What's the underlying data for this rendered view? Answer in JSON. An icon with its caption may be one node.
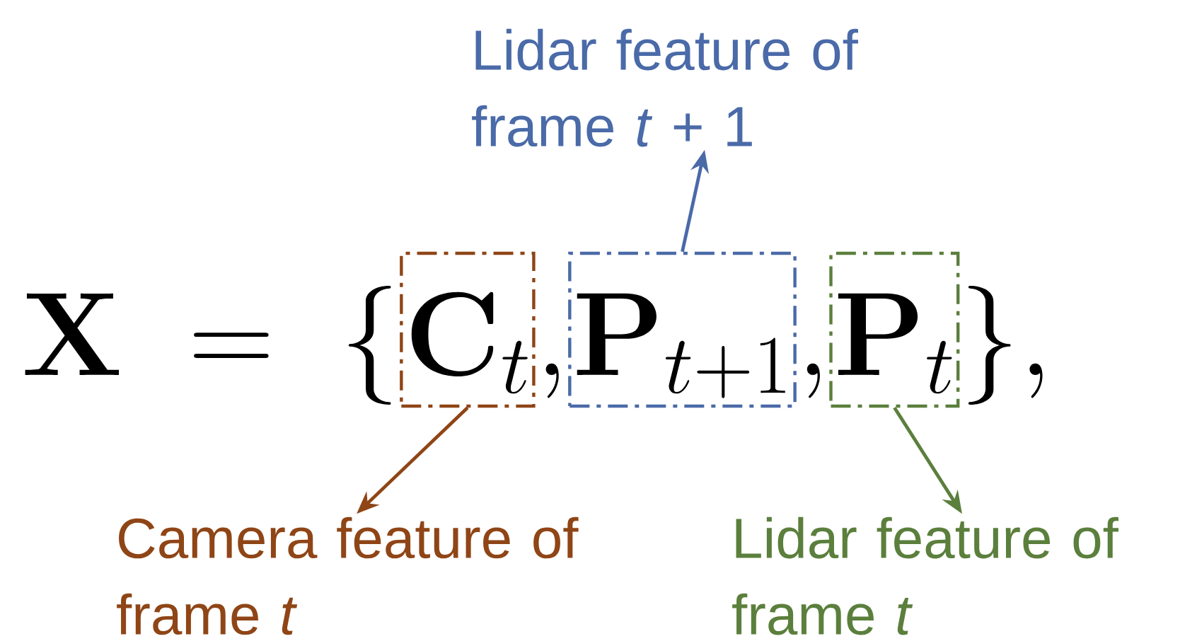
{
  "diagram": {
    "nodes": [
      {
        "text": [
          "\\mathbf{C}_t"
        ]
      },
      {
        "text": [
          "\\mathbf{P}_{t+1}"
        ]
      },
      {
        "text": [
          "Lidar feature of frame *t* + 1"
        ]
      },
      {
        "text": [
          "Camera feature of frame *t*"
        ]
      },
      {
        "text": [
          "\\mathbf{P}_t"
        ]
      },
      {
        "text": [
          "Lidar feature of frame *t*"
        ]
      }
    ],
    "edges": [
      {
        "from": 1,
        "to": 2,
        "arrow": "to",
        "color": "#4a6aa8"
      },
      {
        "from": 0,
        "to": 3,
        "arrow": "to",
        "color": "#8f4516"
      },
      {
        "from": 4,
        "to": 5,
        "arrow": "to",
        "color": "#5b7f3c"
      }
    ],
    "labels": [
      "\\mathbf{X}\\ =\\ \\{",
      ",",
      ",",
      "\\},"
    ]
  }
}
